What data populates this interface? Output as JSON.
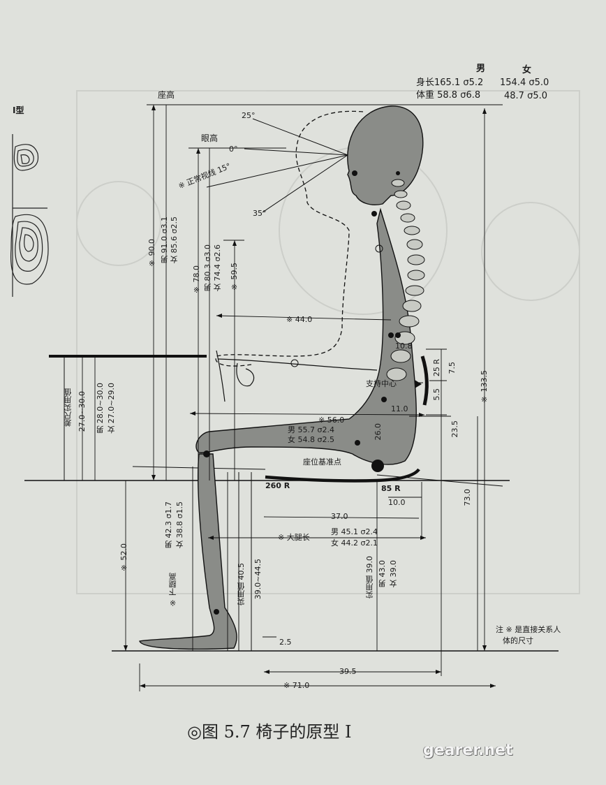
{
  "stats": {
    "male_header": "男",
    "female_header": "女",
    "height_row": "身长165.1 σ5.2",
    "height_female": "154.4 σ5.0",
    "weight_row": "体重  58.8 σ6.8",
    "weight_female": "48.7 σ5.0"
  },
  "side": {
    "type_label": "I型"
  },
  "labels": {
    "seat_height_top": "座高",
    "eye_height": "眼高",
    "angle_25": "25°",
    "angle_0": "0°",
    "sight_line": "※ 正常视线 15°",
    "angle_35": "35°",
    "v90": "※ 90.0",
    "v91": "男 91.0 σ3.1",
    "v85": "女 85.6 σ2.5",
    "v78": "※ 78.0",
    "v80": "男 80.3 σ3.0",
    "v74": "女 74.4 σ2.6",
    "v59": "※ 59.5",
    "h44": "※ 44.0",
    "d108": "10.8",
    "r25": "25 R",
    "d75": "7.5",
    "support_center": "支持中心",
    "d55": "5.5",
    "d110": "11.0",
    "h56": "※ 56.0",
    "m557": "男 55.7 σ2.4",
    "f548": "女 54.8 σ2.5",
    "d260": "26.0",
    "d235": "23.5",
    "seat_ref": "座位基准点",
    "r260": "260 R",
    "r85": "85 R",
    "h100": "10.0",
    "v1335": "※ 133.5",
    "v730": "73.0",
    "h370": "37.0",
    "thigh_label": "※ 大腿长",
    "thigh_m": "男 45.1 σ2.4",
    "thigh_f": "女 44.2 σ2.1",
    "elbow_title": "差尺实用值",
    "elbow_range": "27.0~30.0",
    "elbow_m": "男 28.0~30.0",
    "elbow_f": "女 27.0~29.0",
    "v520": "※ 52.0",
    "lower_leg": "※ 下腿高",
    "leg_m": "男 42.3 σ1.7",
    "leg_f": "女 38.8 σ1.5",
    "prac405": "实用值 40.5",
    "prac_range": "39.0~44.5",
    "prac39": "实用值 39.0",
    "prac_m": "男 43.0",
    "prac_f": "女 39.0",
    "h25": "2.5",
    "h395": "39.5",
    "h710": "※ 71.0",
    "note1": "注  ※ 是直接关系人",
    "note2": "体的尺寸"
  },
  "caption": "◎图 5.7   椅子的原型 I",
  "watermark": "gearer.net"
}
